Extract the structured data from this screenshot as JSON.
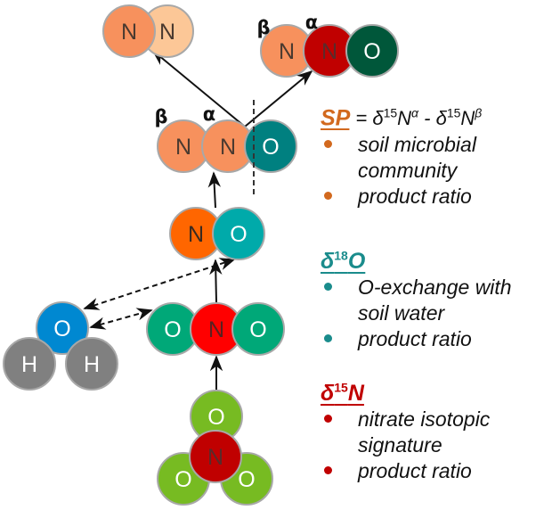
{
  "molecules": {
    "n2": {
      "atoms": [
        {
          "label": "N",
          "fill": "#F7915D",
          "text": "#4a3a30"
        },
        {
          "label": "N",
          "fill": "#FCC797",
          "text": "#4a3a30"
        }
      ]
    },
    "n2o_product": {
      "atoms": [
        {
          "label": "N",
          "fill": "#F7915D",
          "text": "#4a3a30"
        },
        {
          "label": "N",
          "fill": "#C00000",
          "text": "#5a2a2a"
        },
        {
          "label": "O",
          "fill": "#00573A",
          "text": "#ffffff"
        }
      ],
      "beta": "β",
      "alpha": "α"
    },
    "n2o": {
      "atoms": [
        {
          "label": "N",
          "fill": "#F7915D",
          "text": "#4a3a30"
        },
        {
          "label": "N",
          "fill": "#F7915D",
          "text": "#4a3a30"
        },
        {
          "label": "O",
          "fill": "#008080",
          "text": "#ffffff"
        }
      ],
      "beta": "β",
      "alpha": "α"
    },
    "no": {
      "atoms": [
        {
          "label": "N",
          "fill": "#FF6600",
          "text": "#3a2a20"
        },
        {
          "label": "O",
          "fill": "#00AAAA",
          "text": "#ffffff"
        }
      ]
    },
    "no2": {
      "atoms": [
        {
          "label": "O",
          "fill": "#00A878",
          "text": "#ffffff"
        },
        {
          "label": "N",
          "fill": "#FF0000",
          "text": "#5a2020"
        },
        {
          "label": "O",
          "fill": "#00A878",
          "text": "#ffffff"
        }
      ]
    },
    "h2o": {
      "atoms": [
        {
          "label": "O",
          "fill": "#0088D1",
          "text": "#ffffff"
        },
        {
          "label": "H",
          "fill": "#808080",
          "text": "#ffffff"
        },
        {
          "label": "H",
          "fill": "#808080",
          "text": "#ffffff"
        }
      ]
    },
    "no3": {
      "atoms": [
        {
          "label": "O",
          "fill": "#77BB22",
          "text": "#ffffff"
        },
        {
          "label": "O",
          "fill": "#77BB22",
          "text": "#ffffff"
        },
        {
          "label": "O",
          "fill": "#77BB22",
          "text": "#ffffff"
        },
        {
          "label": "N",
          "fill": "#C00000",
          "text": "#5a2a2a"
        }
      ]
    }
  },
  "legend": {
    "sp": {
      "title": "SP",
      "equation_parts": [
        "= ",
        "δ",
        "15",
        "N",
        "α",
        " - ",
        "δ",
        "15",
        "N",
        "β"
      ],
      "color": "#D2691E",
      "items": [
        "soil microbial community",
        "product ratio"
      ]
    },
    "d18o": {
      "symbol": "δ",
      "mass": "18",
      "element": "O",
      "color": "#1A8C8C",
      "items": [
        "O-exchange with soil water",
        "product ratio"
      ]
    },
    "d15n": {
      "symbol": "δ",
      "mass": "15",
      "element": "N",
      "color": "#C00000",
      "items": [
        "nitrate isotopic signature",
        "product ratio"
      ]
    }
  }
}
